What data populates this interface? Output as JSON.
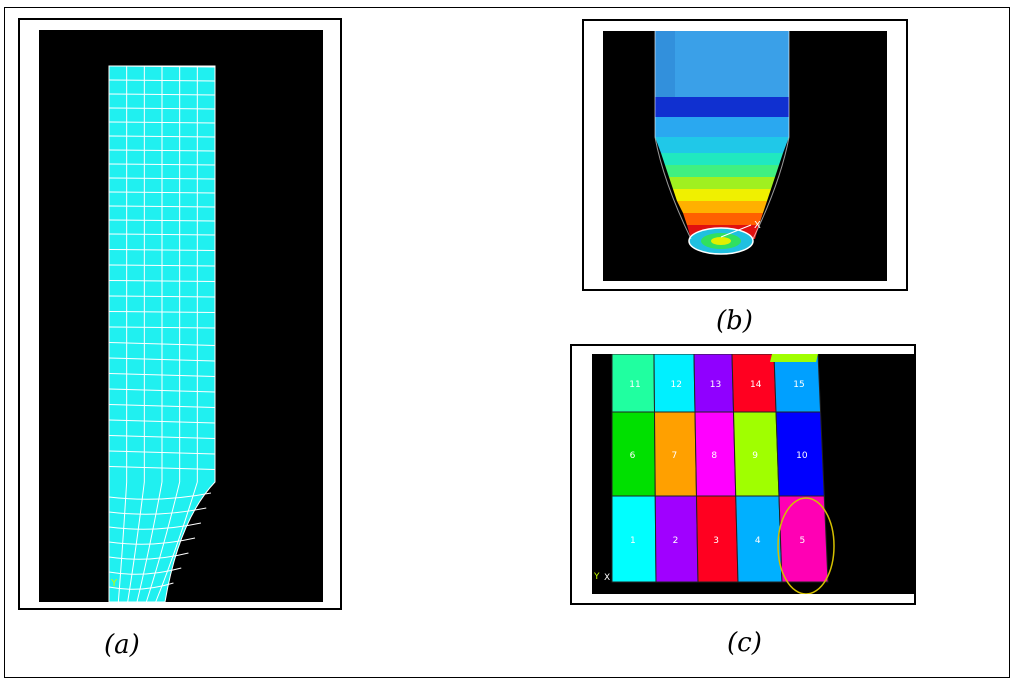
{
  "figure": {
    "captions": {
      "a": "(a)",
      "b": "(b)",
      "c": "(c)"
    },
    "panel_b": {
      "axis_letter": "X"
    },
    "panel_c": {
      "element_numbers": [
        "1",
        "2",
        "3",
        "4",
        "5",
        "6",
        "7",
        "8",
        "9",
        "10",
        "11",
        "12",
        "13",
        "14",
        "15"
      ],
      "element_colors": [
        "#00ffff",
        "#a000ff",
        "#ff0020",
        "#00b0ff",
        "#ff00b4",
        "#00e000",
        "#ffa000",
        "#ff00ff",
        "#a0ff00",
        "#0000ff",
        "#20ffa0",
        "#00f0ff",
        "#9000ff",
        "#ff0020",
        "#00a0ff"
      ],
      "highlight_ellipse_color": "#d4c000"
    }
  }
}
